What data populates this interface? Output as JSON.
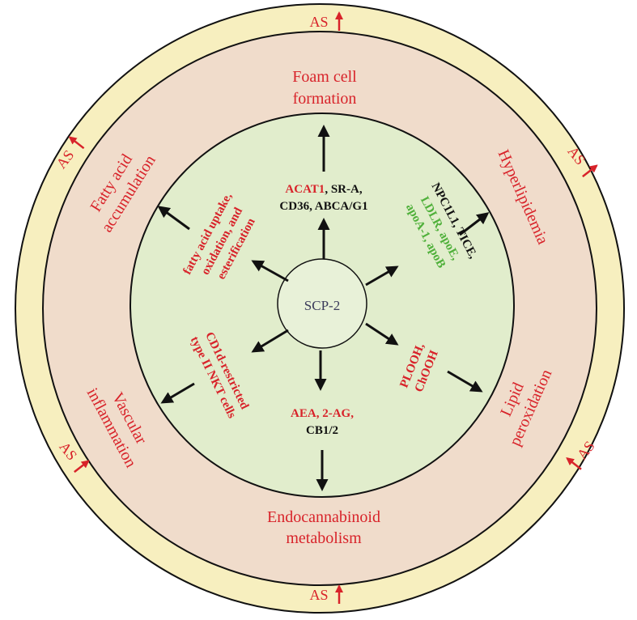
{
  "center": {
    "label": "SCP-2"
  },
  "outer_ring": {
    "as_label": "AS"
  },
  "middle_ring": {
    "foam_cell": [
      "Foam cell",
      "formation"
    ],
    "hyperlipidemia": [
      "Hyperlipidemia"
    ],
    "lipid_peroxidation": [
      "Lipid",
      "peroxidation"
    ],
    "endocannabinoid": [
      "Endocannabinoid",
      "metabolism"
    ],
    "vascular_inflammation": [
      "Vascular",
      "inflammation"
    ],
    "fatty_acid": [
      "Fatty acid",
      "accumulation"
    ]
  },
  "inner_ring": {
    "top": {
      "line1_red": "ACAT1",
      "line1_dark": ", SR-A,",
      "line2": "CD36, ABCA/G1"
    },
    "right_top": {
      "line1": "NPC1L1, TICE,",
      "line2": "LDLR, apoE,",
      "line3": "apoA-1, apoB"
    },
    "right_bottom": {
      "line1": "PLOOH,",
      "line2": "ChOOH"
    },
    "bottom": {
      "line1": "AEA, 2-AG,",
      "line2": "CB1/2"
    },
    "left_bottom": {
      "line1": "CD1d-restricted",
      "line2": "type II NKT cells"
    },
    "left_top": {
      "line1": "fatty acid uptake,",
      "line2": "oxidation, and",
      "line3": "esterification"
    }
  },
  "colors": {
    "outer_ring": "#f7efbf",
    "middle_ring": "#f0dccb",
    "inner_ring": "#e1edcc",
    "center": "#e8f1d8",
    "red": "#d8232a",
    "green": "#4fb03a",
    "dark": "#111111"
  }
}
